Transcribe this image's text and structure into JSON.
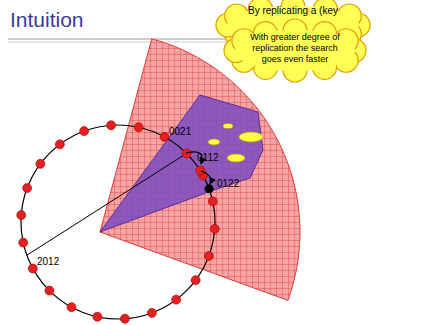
{
  "diagram": {
    "title": "Intuition",
    "nodes": [
      {
        "text": [
          "By replicating a (key"
        ]
      },
      {
        "text": [
          "With greater degree of replication the search goes even faster"
        ]
      }
    ],
    "labels": [
      "0021",
      "0112",
      "0122",
      "2012"
    ]
  }
}
